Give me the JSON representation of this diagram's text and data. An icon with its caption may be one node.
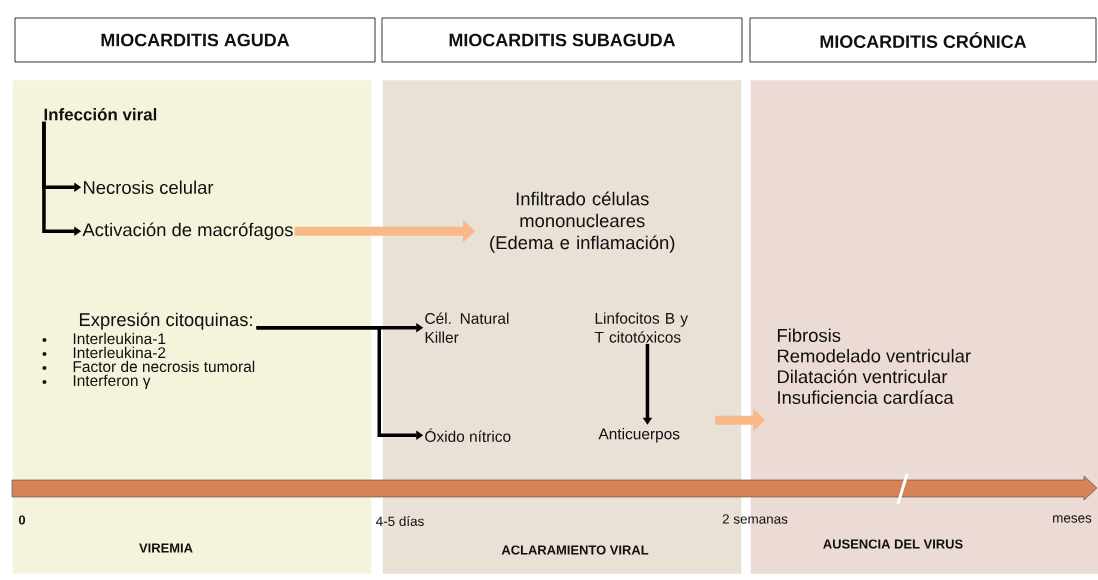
{
  "diagram": {
    "nodes": [
      {
        "text": [
          "MIOCARDITIS AGUDA"
        ]
      },
      {
        "text": [
          "MIOCARDITIS SUBAGUDA"
        ]
      },
      {
        "text": [
          "MIOCARDITIS CRÓNICA"
        ]
      },
      {
        "text": [],
        "shape": "box"
      },
      {
        "text": [],
        "shape": "box"
      },
      {
        "text": [],
        "shape": "box"
      },
      {
        "text": [
          "Infección viral"
        ],
        "in": 3
      },
      {
        "text": [
          "Necrosis celular"
        ],
        "in": 3
      },
      {
        "text": [
          "Activación de macrófagos"
        ],
        "in": 3
      },
      {
        "text": [
          "Expresión citoquinas:",
          "Interleukina-1",
          "Interleukina-2",
          "Factor de necrosis tumoral",
          "Interferon γ"
        ],
        "in": 3
      },
      {
        "text": [
          "Infiltrado células mononucleares (Edema e inflamación)"
        ],
        "in": 4
      },
      {
        "text": [
          "Cél. Natural Killer"
        ],
        "in": 4
      },
      {
        "text": [
          "Linfocitos B y T citotóxicos"
        ],
        "in": 4
      },
      {
        "text": [
          "Óxido nítrico"
        ],
        "in": 4
      },
      {
        "text": [
          "Anticuerpos"
        ],
        "in": 4
      },
      {
        "text": [
          "Fibrosis",
          "Remodelado ventricular",
          "Dilatación ventricular",
          "Insuficiencia cardíaca"
        ],
        "in": 5
      }
    ],
    "edges": [
      {
        "from": 6,
        "to": 7,
        "arrow": "to"
      },
      {
        "from": 6,
        "to": 8,
        "arrow": "to"
      },
      {
        "from": 8,
        "to": 10,
        "arrow": "to",
        "style": "thick",
        "color": "#f8b888"
      },
      {
        "from": 9,
        "to": 11,
        "arrow": "to"
      },
      {
        "from": 9,
        "to": 13,
        "arrow": "to"
      },
      {
        "from": 12,
        "to": 14,
        "arrow": "to"
      },
      {
        "from": null,
        "to": 15,
        "arrow": "to",
        "style": "thick",
        "color": "#f8b888"
      }
    ],
    "labels": [
      "0",
      "4-5 días",
      "2 semanas",
      "meses",
      "VIREMIA",
      "ACLARAMIENTO VIRAL",
      "AUSENCIA DEL VIRUS"
    ]
  }
}
